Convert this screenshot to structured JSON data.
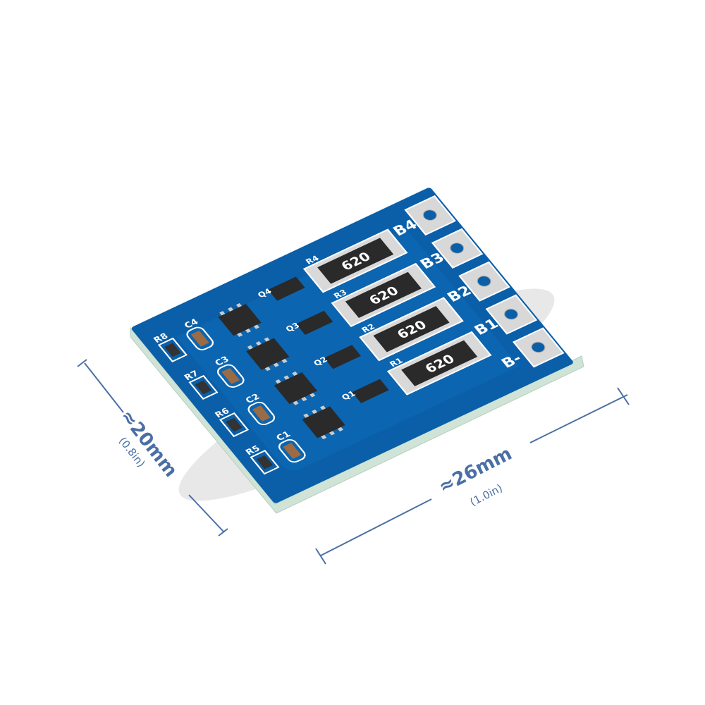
{
  "product": {
    "terminals": [
      "B4",
      "B3",
      "B2",
      "B1",
      "B-"
    ],
    "shunt_resistors": [
      {
        "ref": "R4",
        "value": "620"
      },
      {
        "ref": "R3",
        "value": "620"
      },
      {
        "ref": "R2",
        "value": "620"
      },
      {
        "ref": "R1",
        "value": "620"
      }
    ],
    "transistors": [
      "Q4",
      "Q3",
      "Q2",
      "Q1"
    ],
    "capacitors": [
      "C4",
      "C3",
      "C2",
      "C1"
    ],
    "small_resistors": [
      "R8",
      "R7",
      "R6",
      "R5"
    ]
  },
  "dimensions": {
    "height": {
      "metric": "≈20mm",
      "imperial": "(0.8in)"
    },
    "width": {
      "metric": "≈26mm",
      "imperial": "(1.0in)"
    }
  },
  "colors": {
    "pcb": "#0a5fa8",
    "pcb_dark": "#064a88",
    "dimension": "#4a6fa5",
    "pad": "#d8d8d8",
    "chip": "#2a2a2a"
  }
}
